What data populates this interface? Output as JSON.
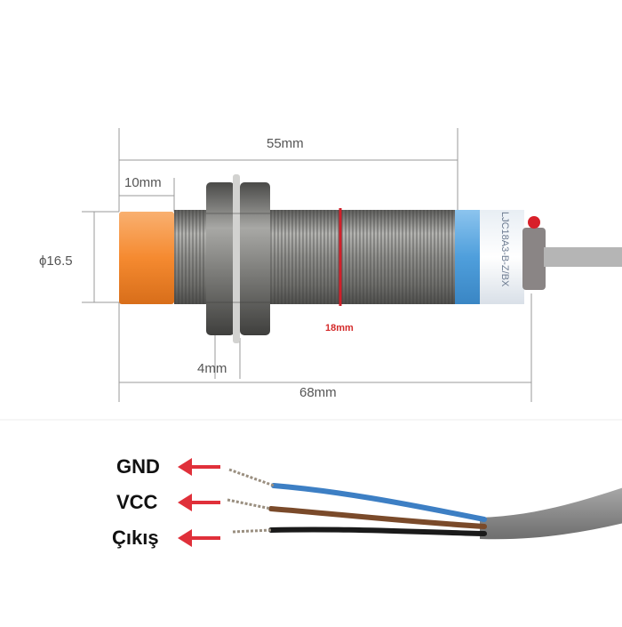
{
  "dimensions": {
    "body_length": "55mm",
    "sensing_face_length": "10mm",
    "diameter": "ϕ16.5",
    "thread_size": "18mm",
    "nut_thickness": "4mm",
    "total_length": "68mm"
  },
  "model_label": "LJC18A3-B-Z/BX",
  "wires": [
    {
      "label": "GND",
      "color": "#3d7fc4"
    },
    {
      "label": "VCC",
      "color": "#7a4a2a"
    },
    {
      "label": "Çıkış",
      "color": "#1a1a1a"
    }
  ],
  "colors": {
    "sensing_face": "#f58a30",
    "body_metal": "#8a8a88",
    "blue_band": "#5aa3dd",
    "arrow_red": "#e0303a",
    "cable_gray": "#8c8c8c"
  }
}
